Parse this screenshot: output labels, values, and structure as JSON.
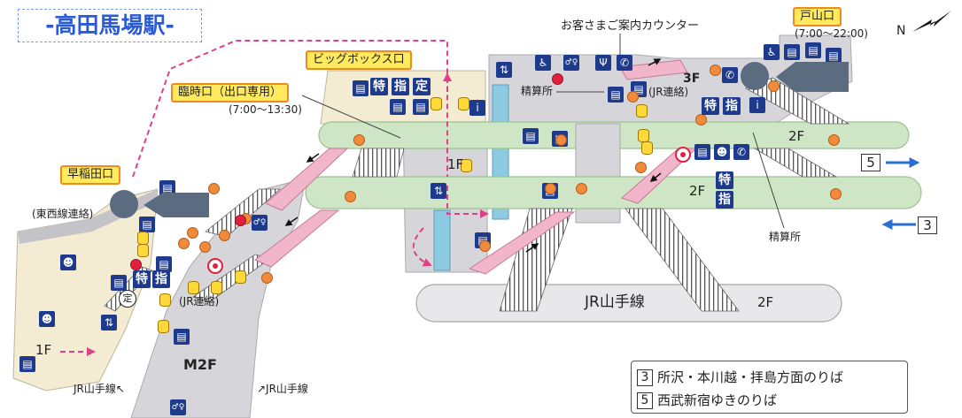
{
  "title": "-高田馬場駅-",
  "entrances": {
    "waseda": {
      "label": "早稲田口",
      "note": "(東西線連絡)"
    },
    "temporary": {
      "label": "臨時口（出口専用）",
      "hours": "(7:00～13:30)"
    },
    "bigbox": {
      "label": "ビッグボックス口"
    },
    "toyama": {
      "label": "戸山口",
      "hours": "(7:00～22:00)"
    }
  },
  "info_counter": "お客さまご案内カウンター",
  "fare_adjustment": "精算所",
  "jr_transfer": "(JR連絡)",
  "floors": {
    "west_1f": "1F",
    "m2f": "M2F",
    "center_1f": "1F",
    "concourse_3f": "3F",
    "north_platform_2f": "2F",
    "south_platform_2f": "2F",
    "jr_platform_2f": "2F"
  },
  "badges": {
    "limited_express": "特",
    "reserved_seat": "指",
    "commuter_pass": "定"
  },
  "jr_platform": "JR山手線",
  "jr_exits": [
    "JR山手線↖",
    "↗JR山手線"
  ],
  "compass": "N",
  "tracks": {
    "track5": "5",
    "track3": "3"
  },
  "legend": [
    {
      "num": "3",
      "text": "所沢・本川越・拝島方面のりば"
    },
    {
      "num": "5",
      "text": "西武新宿ゆきのりば"
    }
  ],
  "icons": {
    "ticket": "ticket-machine-icon",
    "wheelchair": "wheelchair-icon",
    "restroom": "restroom-icon",
    "restaurant": "restaurant-icon",
    "phone": "phone-icon",
    "elevator": "elevator-icon",
    "info": "information-icon",
    "person": "station-staff-icon",
    "coin_locker": "coin-locker-icon",
    "ic_charge": "ic-charge-icon"
  },
  "colors": {
    "platform_green": "#cfe6c6",
    "floor_gray": "#d6d6da",
    "building_beige": "#f3ecd2",
    "escalator_pink": "#f2b6cb",
    "route_pink": "#e0408a",
    "badge_navy": "#1d3a8c",
    "label_yellow": "#ffe95c",
    "label_border": "#ee8a1e",
    "marker_orange": "#f08a3c",
    "marker_red": "#e0203c",
    "locker_yellow": "#ffd83a",
    "shaft_blue": "#8ccbe2",
    "annotation_gray": "#5b6b80",
    "arrow_blue": "#2a6fd0"
  }
}
